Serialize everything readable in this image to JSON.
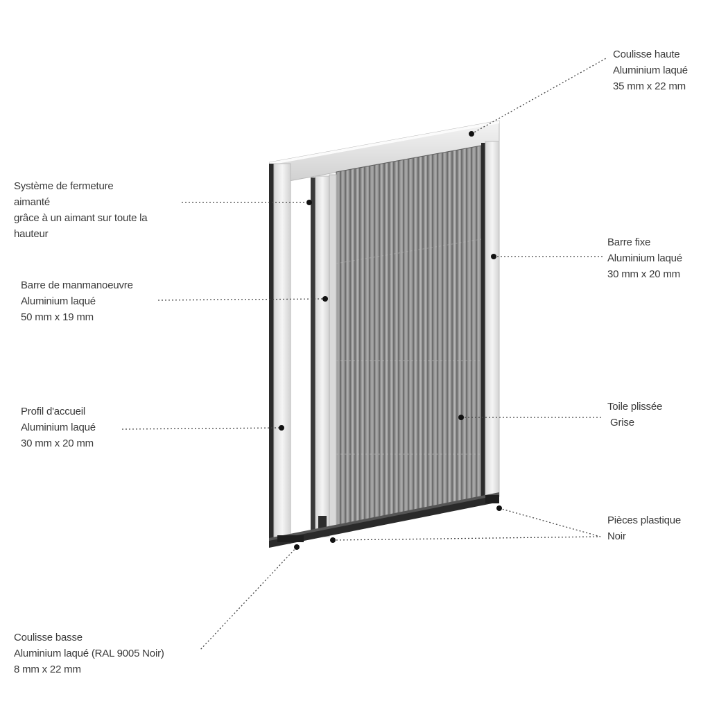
{
  "diagram": {
    "product": "Pleated insect screen door",
    "callouts": [
      {
        "id": "coulisse-haute",
        "lines": [
          "Coulisse haute",
          "Aluminium laqué",
          "35 mm x 22 mm"
        ]
      },
      {
        "id": "systeme-fermeture",
        "lines": [
          "Système de fermeture",
          "aimanté",
          "grâce à un aimant sur toute la",
          "hauteur"
        ]
      },
      {
        "id": "barre-fixe",
        "lines": [
          "Barre fixe",
          "Aluminium laqué",
          "30 mm x 20 mm"
        ]
      },
      {
        "id": "barre-manoeuvre",
        "lines": [
          "Barre de manmanoeuvre",
          "Aluminium laqué",
          "50 mm x 19 mm"
        ]
      },
      {
        "id": "profil-accueil",
        "lines": [
          "Profil d'accueil",
          "Aluminium laqué",
          "30 mm x 20 mm"
        ]
      },
      {
        "id": "toile-plissee",
        "lines": [
          "Toile plissée",
          "Grise"
        ]
      },
      {
        "id": "pieces-plastique",
        "lines": [
          "Pièces plastique",
          "Noir"
        ]
      },
      {
        "id": "coulisse-basse",
        "lines": [
          "Coulisse basse",
          "Aluminium laqué (RAL 9005 Noir)",
          "8 mm x 22 mm"
        ]
      }
    ]
  },
  "colors": {
    "text": "#3a3a3a",
    "leader": "#444444",
    "frame_light": "#e4e4e4",
    "frame_dark": "#2b2b2b",
    "mesh": "#8a8a8a"
  }
}
